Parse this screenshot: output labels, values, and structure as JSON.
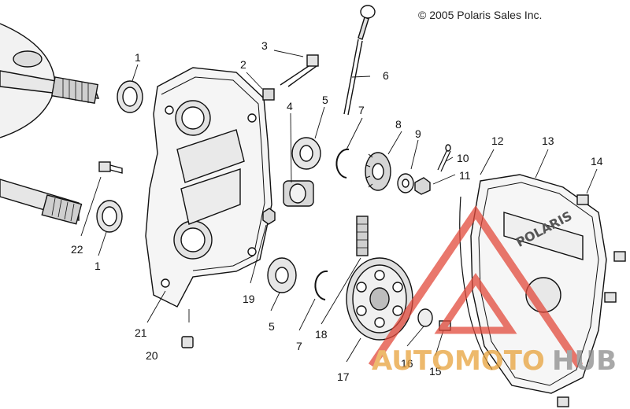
{
  "copyright": "© 2005 Polaris Sales Inc.",
  "cover_logo_text": "POLARIS",
  "watermark": {
    "text_orange": "AUTOMOTO",
    "text_gray": "HUB",
    "orange": "#e8a23c",
    "gray": "#8c8c8c",
    "triangle_color": "#e24a3c"
  },
  "callouts": [
    {
      "n": "1"
    },
    {
      "n": "2"
    },
    {
      "n": "3"
    },
    {
      "n": "4"
    },
    {
      "n": "5"
    },
    {
      "n": "6"
    },
    {
      "n": "7"
    },
    {
      "n": "8"
    },
    {
      "n": "9"
    },
    {
      "n": "10"
    },
    {
      "n": "11"
    },
    {
      "n": "12"
    },
    {
      "n": "13"
    },
    {
      "n": "14"
    },
    {
      "n": "22"
    },
    {
      "n": "1"
    },
    {
      "n": "19"
    },
    {
      "n": "5"
    },
    {
      "n": "7"
    },
    {
      "n": "18"
    },
    {
      "n": "21"
    },
    {
      "n": "20"
    },
    {
      "n": "16"
    },
    {
      "n": "15"
    },
    {
      "n": "17"
    }
  ]
}
